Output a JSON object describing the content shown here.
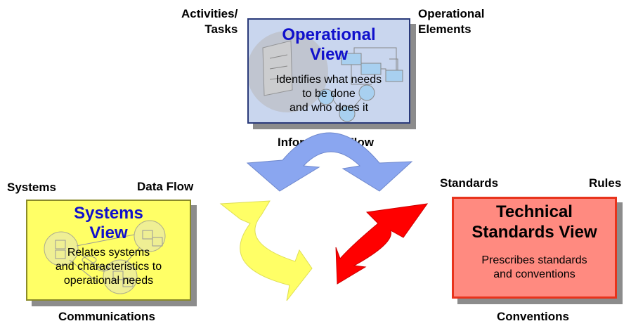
{
  "labels": {
    "activities_tasks": "Activities/\nTasks",
    "operational_elements": "Operational\nElements",
    "information_flow": "Information Flow",
    "systems": "Systems",
    "data_flow": "Data Flow",
    "standards": "Standards",
    "rules": "Rules",
    "communications": "Communications",
    "conventions": "Conventions"
  },
  "operational_view": {
    "title": "Operational\nView",
    "description": "Identifies what needs\nto be done\nand who does it"
  },
  "systems_view": {
    "title": "Systems\nView",
    "description": "Relates systems\nand characteristics to\noperational needs"
  },
  "technical_view": {
    "title": "Technical\nStandards View",
    "description": "Prescribes standards\nand conventions"
  },
  "colors": {
    "operational_fill": "#c9d6ee",
    "systems_fill": "#ffff66",
    "technical_fill": "#ff8a80",
    "technical_border": "#e8331c",
    "title_blue": "#1010cc",
    "arrow_blue": "#8aa6f0",
    "arrow_yellow": "#ffff66",
    "arrow_red": "#ff0000"
  }
}
